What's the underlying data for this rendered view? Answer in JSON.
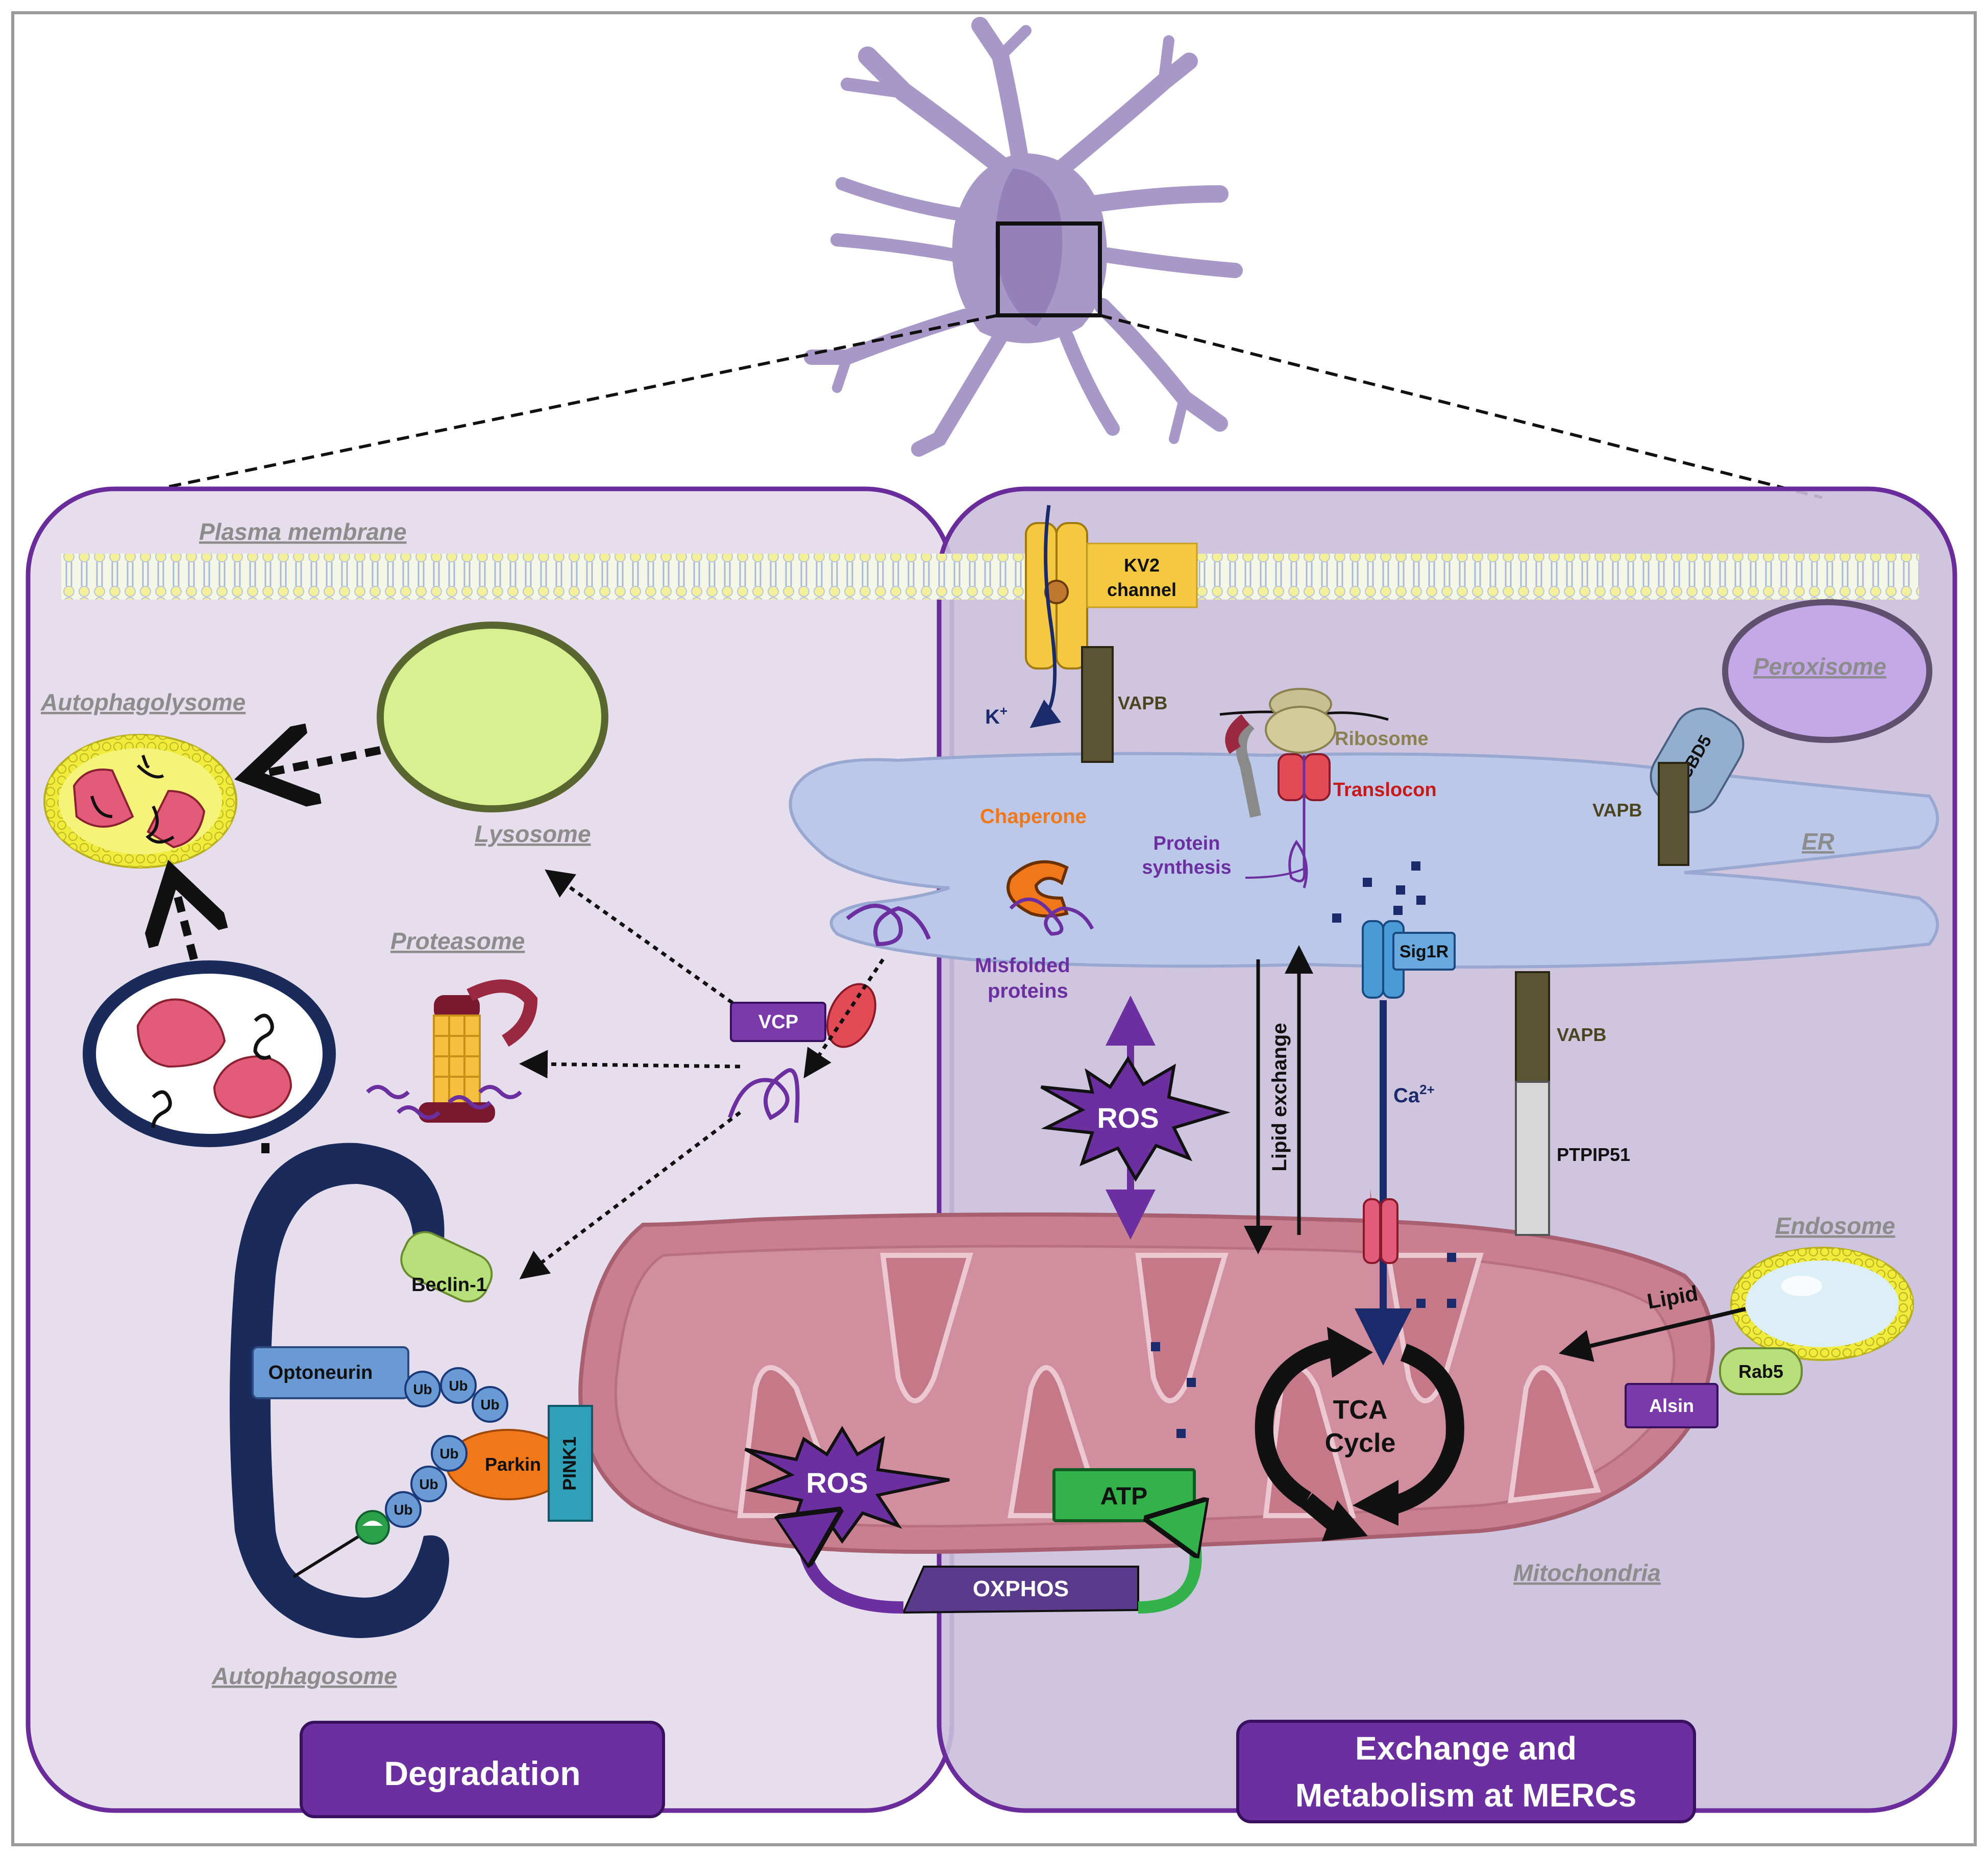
{
  "neuron": {
    "color": "#a898c8"
  },
  "colors": {
    "left_panel": "#e6deed",
    "right_panel": "#cbbfdb",
    "panel_border": "#6a2c9a",
    "er": "#bcc8ea",
    "mitochondria": "#c87f90",
    "banner": "#6b2fa0",
    "ros": "#6b2fa0",
    "atp": "#33b24b"
  },
  "labels": {
    "plasma_membrane": "Plasma membrane",
    "autophagolysome": "Autophagolysome",
    "lysosome": "Lysosome",
    "proteasome": "Proteasome",
    "autophagosome": "Autophagosome",
    "peroxisome": "Peroxisome",
    "er": "ER",
    "endosome": "Endosome",
    "mitochondria": "Mitochondria",
    "kv2_line1": "KV2",
    "kv2_line2": "channel",
    "k_ion": "K",
    "k_sup": "+",
    "vapb_top": "VAPB",
    "vapb_perox": "VAPB",
    "vapb_mid": "VAPB",
    "acbd5": "ACBD5",
    "ribosome": "Ribosome",
    "translocon": "Translocon",
    "chaperone": "Chaperone",
    "protein_synthesis_1": "Protein",
    "protein_synthesis_2": "synthesis",
    "misfolded_1": "Misfolded",
    "misfolded_2": "proteins",
    "sig1r": "Sig1R",
    "lipid_exchange": "Lipid exchange",
    "ca_ion": "Ca",
    "ca_sup": "2+",
    "ptpip51": "PTPIP51",
    "ros_er": "ROS",
    "ros_mito": "ROS",
    "atp": "ATP",
    "oxphos": "OXPHOS",
    "tca_1": "TCA",
    "tca_2": "Cycle",
    "lipid": "Lipid",
    "rab5": "Rab5",
    "alsin": "Alsin",
    "vcp": "VCP",
    "beclin": "Beclin-1",
    "optoneurin": "Optoneurin",
    "parkin": "Parkin",
    "pink1": "PINK1",
    "ub": "Ub"
  },
  "banners": {
    "degradation": "Degradation",
    "exchange_1": "Exchange and",
    "exchange_2": "Metabolism at MERCs"
  }
}
